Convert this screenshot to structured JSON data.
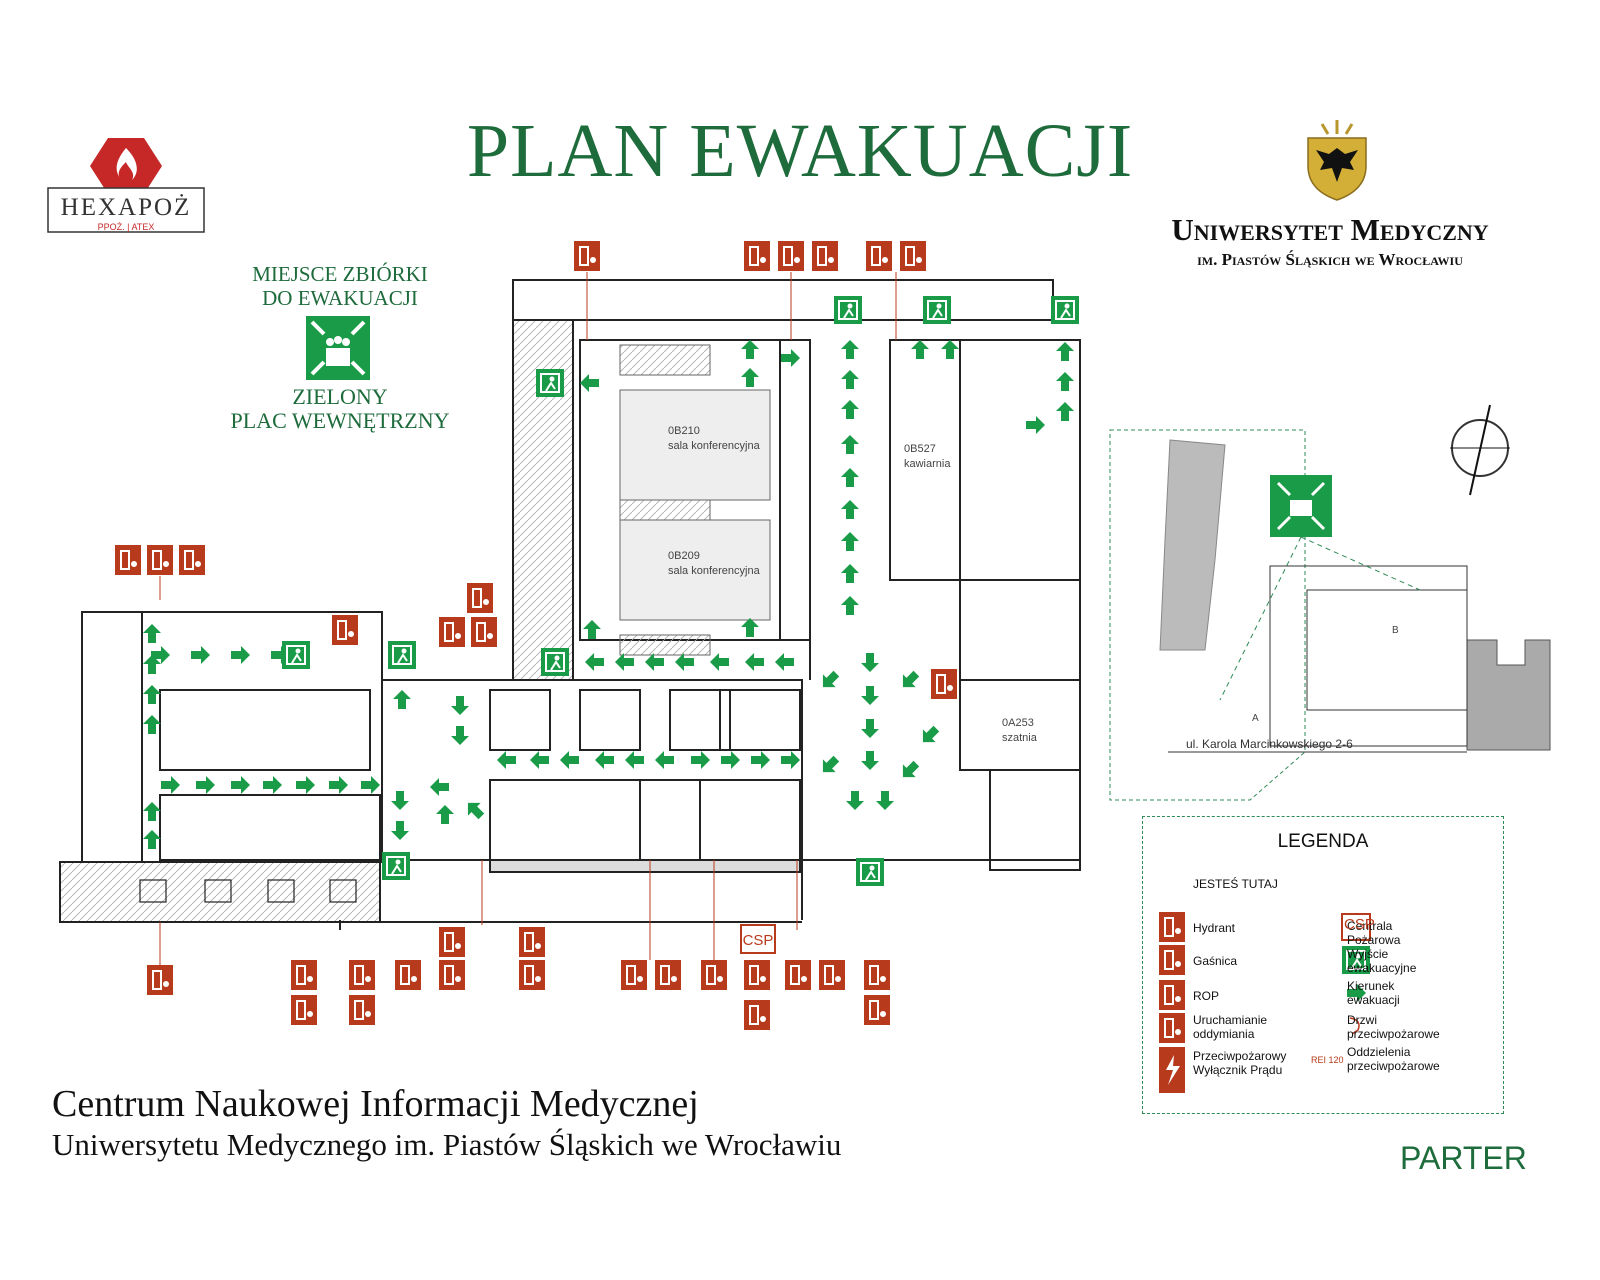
{
  "title": "PLAN EWAKUACJI",
  "company_logo": {
    "name": "HEXAPOŻ",
    "tagline": "PPOŻ. | ATEX"
  },
  "university": {
    "name": "Uniwersytet Medyczny",
    "subtitle": "im. Piastów Śląskich we Wrocławiu"
  },
  "assembly": {
    "line1": "MIEJSCE ZBIÓRKI",
    "line2": "DO EWAKUACJI",
    "line3": "ZIELONY",
    "line4": "PLAC WEWNĘTRZNY"
  },
  "rooms": {
    "r0b210_no": "0B210",
    "r0b210_name": "sala konferencyjna",
    "r0b209_no": "0B209",
    "r0b209_name": "sala konferencyjna",
    "r0b527_no": "0B527",
    "r0b527_name": "kawiarnia",
    "r0a253_no": "0A253",
    "r0a253_name": "szatnia"
  },
  "site_map": {
    "building_b": "B",
    "building_a": "A",
    "street": "ul. Karola Marcinkowskiego 2-6"
  },
  "legend": {
    "title": "LEGENDA",
    "you_are_here": "JESTEŚ TUTAJ",
    "hydrant": "Hydrant",
    "extinguisher": "Gaśnica",
    "rop": "ROP",
    "smoke": "Uruchamianie oddymiania",
    "power_off": "Przeciwpożarowy Wyłącznik Prądu",
    "csp_label": "CSP",
    "csp": "Centrala Pożarowa",
    "exit": "Wyjście ewakuacyjne",
    "direction": "Kierunek ewakuacji",
    "fire_doors": "Drzwi przeciwpożarowe",
    "rei_label": "REI 120",
    "separation": "Oddzielenia przeciwpożarowe"
  },
  "footer": {
    "line1": "Centrum Naukowej Informacji Medycznej",
    "line2": "Uniwersytetu Medycznego im. Piastów Śląskich we Wrocławiu"
  },
  "floor": "PARTER",
  "colors": {
    "green": "#1e6b3c",
    "exit_green": "#1a9b48",
    "fire_red": "#b83a1c",
    "wall": "#222222"
  }
}
